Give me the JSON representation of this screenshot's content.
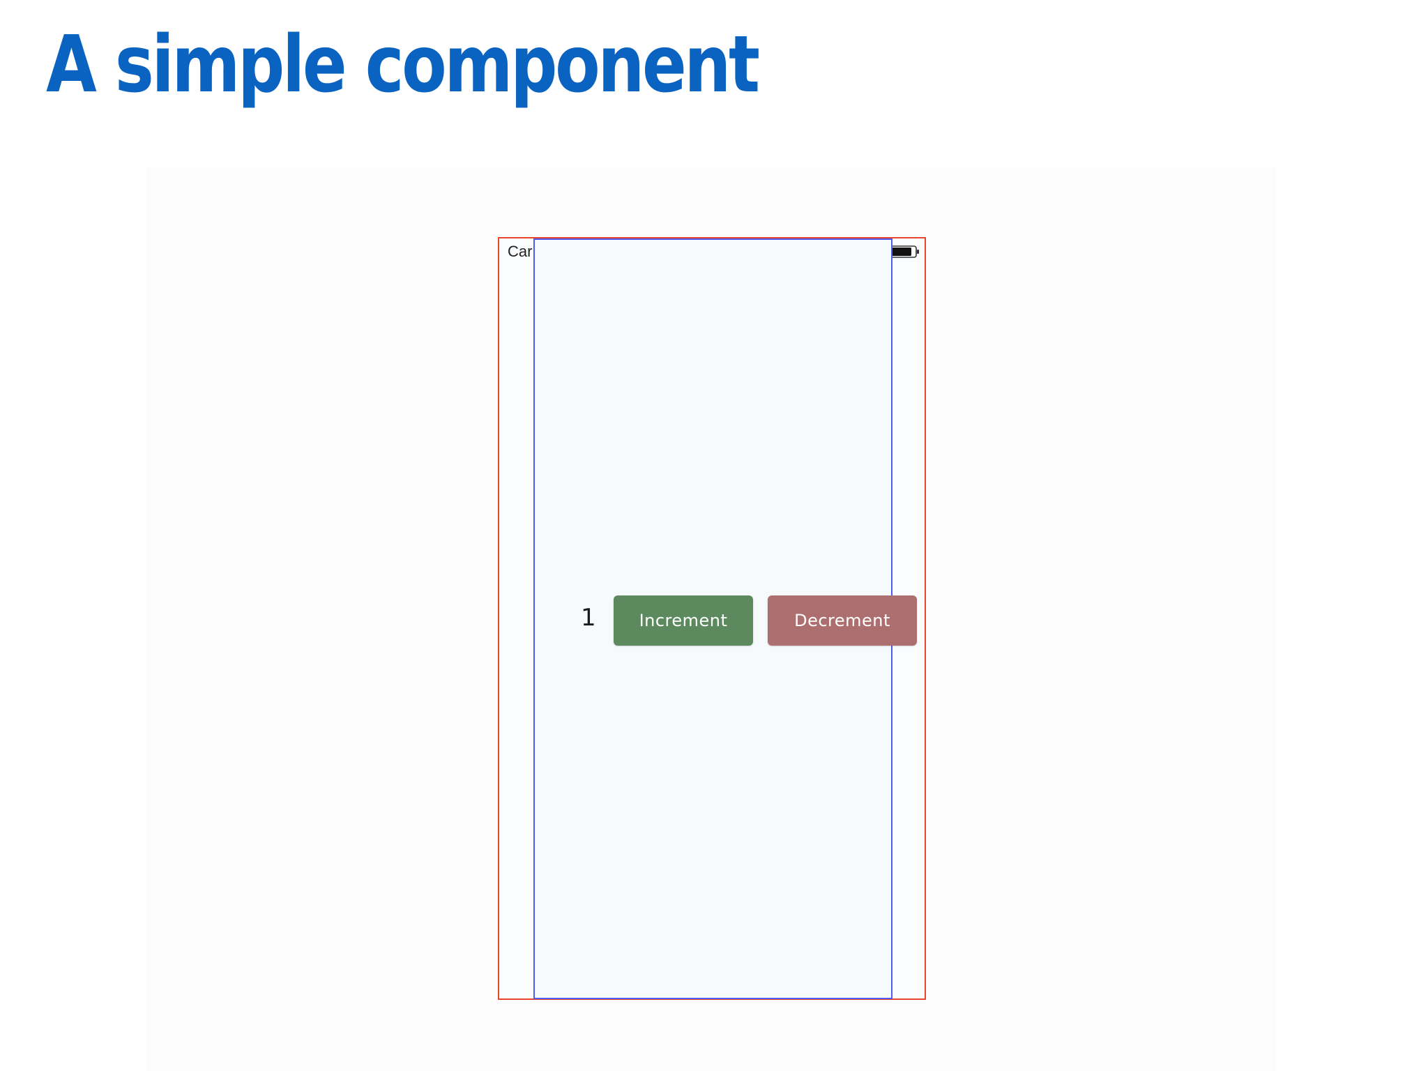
{
  "slide": {
    "title": "A simple component"
  },
  "device": {
    "status_bar": {
      "carrier": "Carrier",
      "wifi_icon": "wifi-icon",
      "battery_icon": "battery-icon"
    }
  },
  "counter": {
    "value": "1",
    "increment_label": "Increment",
    "decrement_label": "Decrement"
  },
  "colors": {
    "title": "#0a63c0",
    "increment_button": "#5c8a5e",
    "decrement_button": "#ad6e6f",
    "outer_frame_border": "#e8452c",
    "safe_area_border": "#4f5cf2"
  }
}
